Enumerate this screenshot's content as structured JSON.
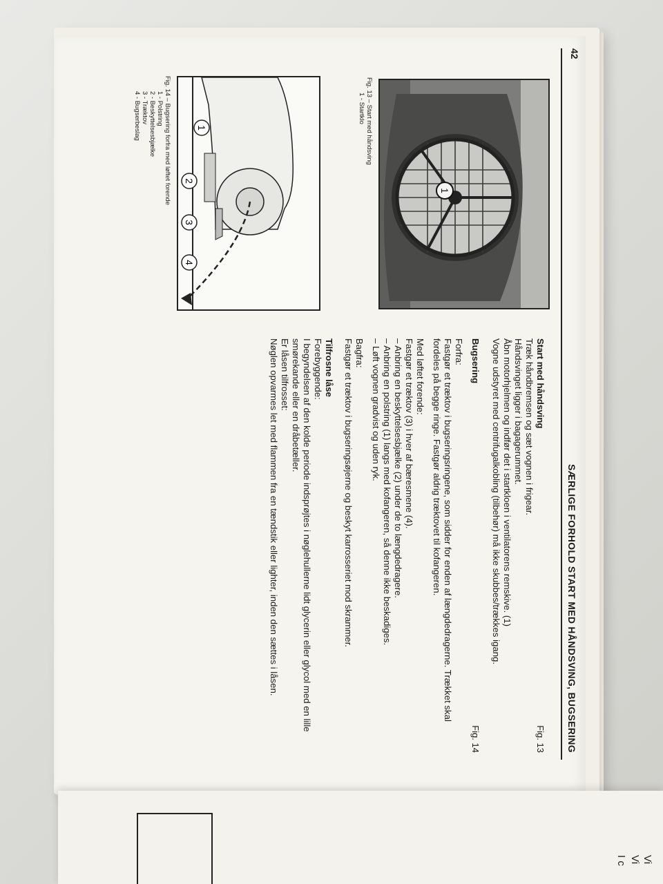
{
  "page_number": "42",
  "heading": "SÆRLIGE FORHOLD   START MED HÅNDSVING, BUGSERING",
  "fig13": {
    "caption_title": "Fig. 13 – Start med håndsving",
    "items": [
      "1 - Startklo"
    ],
    "callout": "1"
  },
  "fig14": {
    "caption_title": "Fig. 14 – Bugsering forfra med løftet forende",
    "items": [
      "1 - Polstring",
      "2 - Beskyttelsesbjælke",
      "3 - Træktov",
      "4 - Bugserbeslag"
    ],
    "callouts": [
      "1",
      "2",
      "3",
      "4"
    ]
  },
  "start": {
    "title": "Start med håndsving",
    "fig_ref": "Fig. 13",
    "lines": [
      "Træk håndbremsen og sæt vognen i frigear.",
      "Håndsvinget ligger i bagagerummet.",
      "Åbn motorhjelmen og indfør det i startkloen i ventilatorens remskive. (1)",
      "Vogne udstyret med centrifugalkobling (tilbehør) må ikke skubbes/trækkes igang."
    ]
  },
  "bugsering": {
    "title": "Bugsering",
    "fig_ref": "Fig. 14",
    "forfra_label": "Forfra:",
    "forfra_text": "Fastgør et træktov i bugseringsringene, som sidder for enden af længdedragerne. Trækket skal fordeles på begge ringe. Fastgør aldrig træktovet til kofangeren.",
    "loeftet_label": "Med løftet forende:",
    "loeftet_lines": [
      "Fastgør et træktov (3) i hver af bæresmene (4).",
      "– Anbring en beskyttelsesbjælke (2) under de to længdedragere.",
      "– Anbring en polstring (1) langs med kofangeren, så denne ikke beskadiges.",
      "– Løft vognen gradvist og uden ryk."
    ],
    "bagfra_label": "Bagfra:",
    "bagfra_text": "Fastgør et træktov i bugseringsøjerne og beskyt karrosseriet mod skrammer."
  },
  "tilfrosne": {
    "title": "Tilfrosne låse",
    "forebyggende_label": "Forebyggende:",
    "forebyggende_text": "I begyndelsen af den kolde periode indsprøjtes i nøglehullerne lidt glycerin eller glycol med en lille smørekande eller en dråbetæller.",
    "frosset_label": "Er låsen tilfrosset:",
    "frosset_text": "Nøglen opvarmes let med flammen fra en tændstik eller lighter, inden den sættes i låsen."
  },
  "bottom_page": {
    "fragments": [
      "Vi",
      "Vi",
      "I c"
    ]
  },
  "colors": {
    "paper": "#f6f4ee",
    "ink": "#1b1b1b",
    "background": "#dcdcd8"
  }
}
